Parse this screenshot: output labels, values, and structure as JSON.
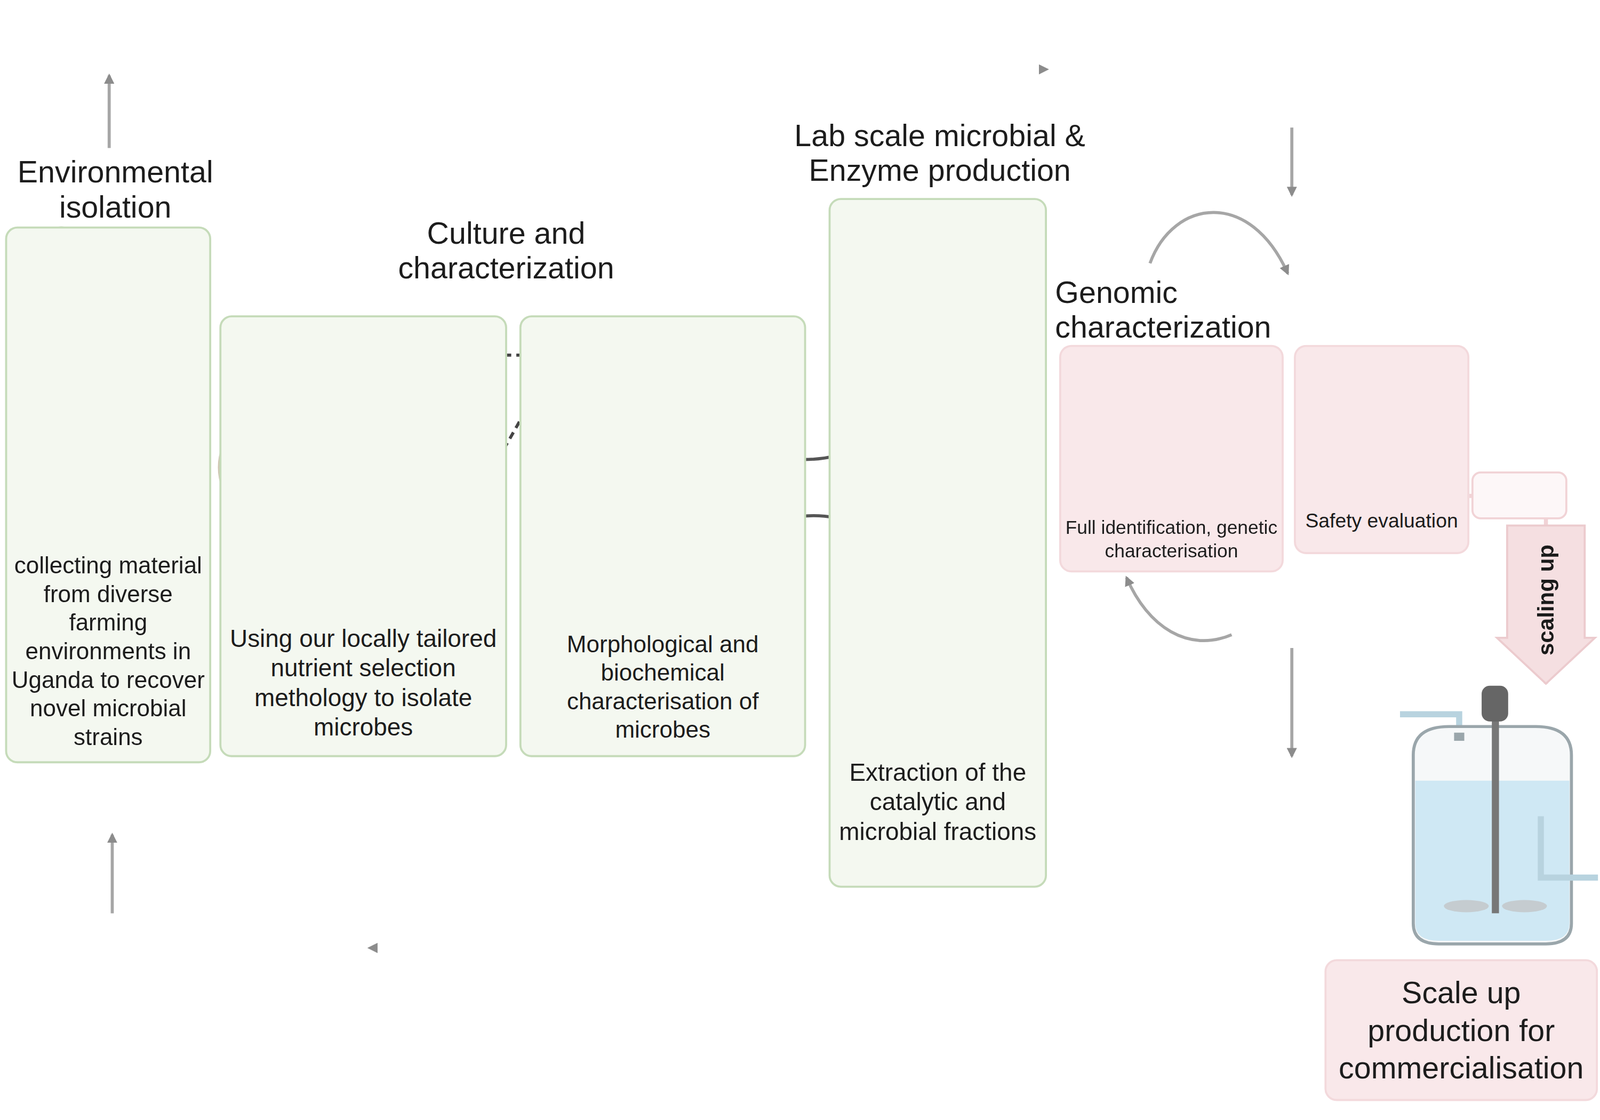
{
  "diagram": {
    "nodes": [
      {
        "text": [
          "Environmental isolation",
          "collecting material from diverse farming environments in Uganda to recover novel microbial strains"
        ]
      },
      {
        "text": [
          "Using our locally tailored nutrient selection methology to isolate microbes"
        ]
      },
      {
        "text": [
          "Morphological and biochemical characterisation of microbes"
        ]
      },
      {
        "text": [
          "Lab scale microbial & Enzyme production",
          "Extraction of the catalytic and microbial fractions"
        ]
      },
      {
        "text": [
          "Genomic characterization",
          "Full identification, genetic characterisation"
        ]
      },
      {
        "text": [
          "Safety evaluation"
        ]
      },
      {
        "text": [
          "Scale up production for commercialisation"
        ]
      }
    ],
    "edges": [
      {
        "from": 2,
        "to": 3,
        "arrow": "to"
      },
      {
        "from": 2,
        "to": 3,
        "arrow": "to"
      },
      {
        "from": 5,
        "to": 6,
        "label": "scaling up",
        "arrow": "to"
      }
    ],
    "labels": [
      "Culture and characterization"
    ]
  }
}
